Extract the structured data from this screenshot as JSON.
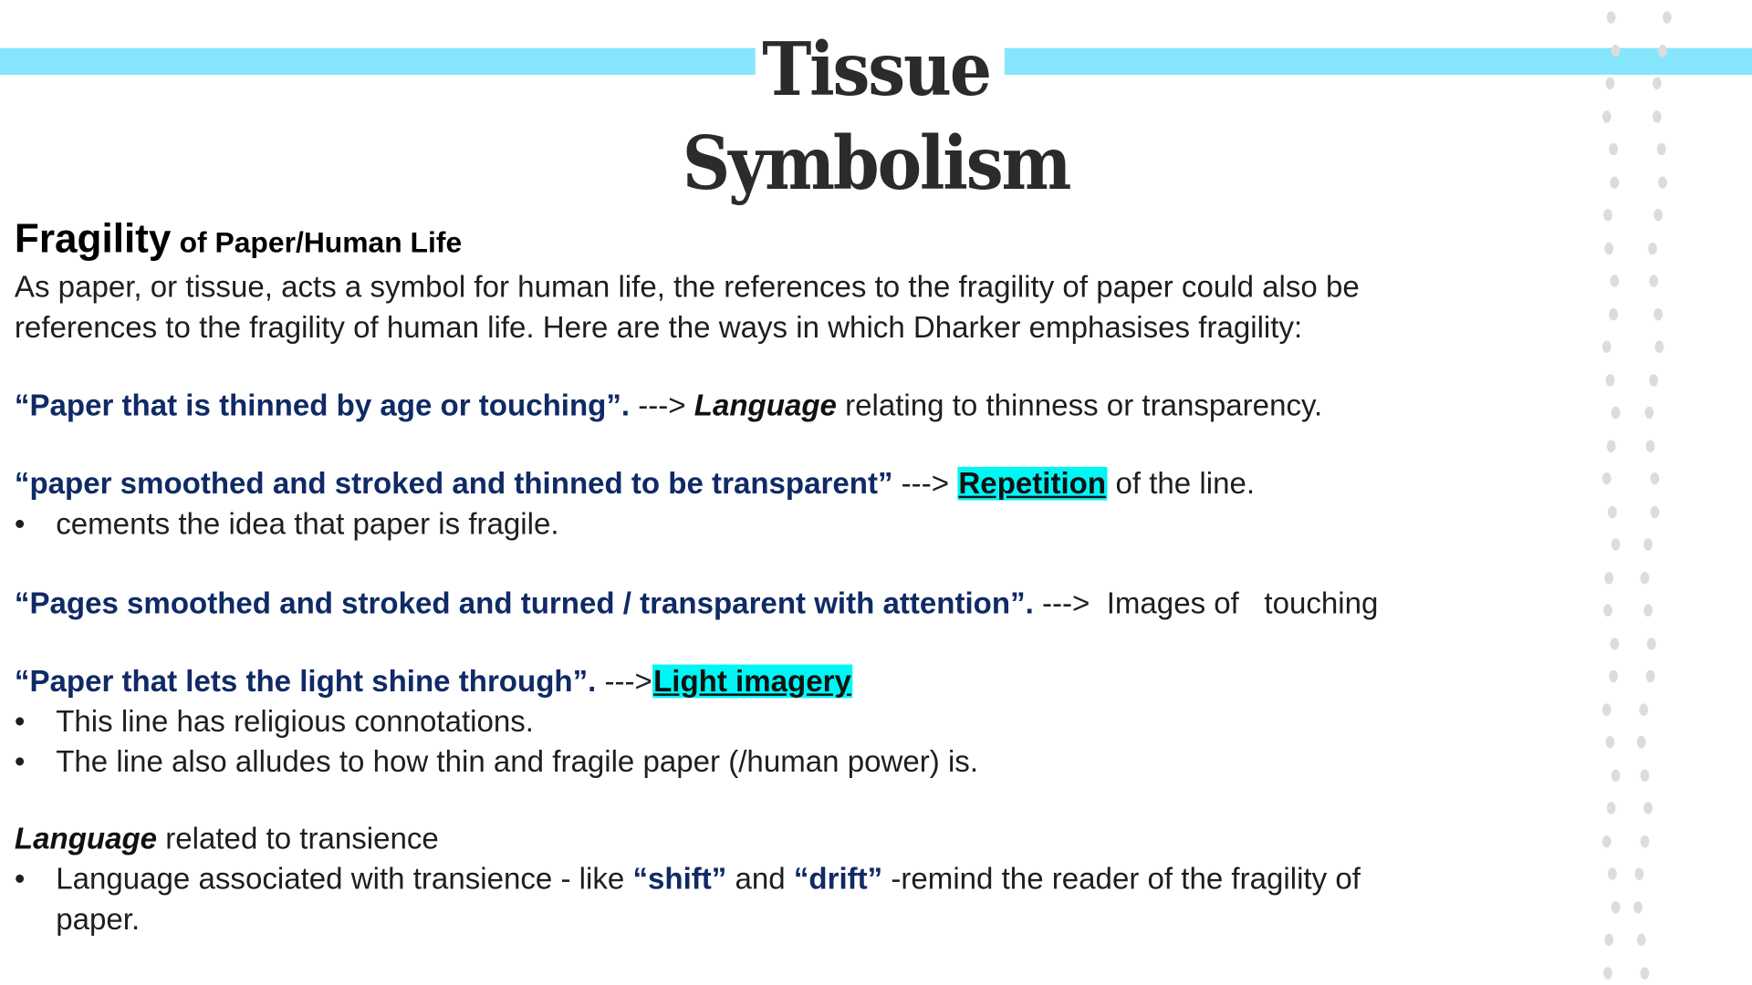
{
  "title": {
    "line1": "Tissue",
    "line2": "Symbolism"
  },
  "heading": {
    "main": "Fragility",
    "sub": "of Paper/Human Life"
  },
  "intro": [
    "As paper, or tissue, acts a symbol for human life, the references to the fragility of paper could also be",
    "references to the fragility of human life. Here are the ways in which Dharker emphasises fragility:"
  ],
  "points": [
    {
      "quote": "“Paper that is thinned by age or touching”.",
      "arrow": " ---> ",
      "key": "Language",
      "rest": " relating to thinness or transparency."
    },
    {
      "quote": "“paper smoothed and stroked and thinned to be transparent”",
      "arrow": " ---> ",
      "key": "Repetition",
      "rest": " of the line.",
      "bullets": [
        "cements the idea that paper is fragile."
      ]
    },
    {
      "quote": "“Pages smoothed and stroked and turned / transparent with attention”.",
      "arrow": " --->  ",
      "rest": "Images of   touching"
    },
    {
      "quote": "“Paper that lets the light shine through”.",
      "arrow": " --->",
      "key": "Light imagery",
      "bullets": [
        "This line has religious connotations.",
        "The line also alludes to how thin and fragile paper (/human power) is."
      ]
    }
  ],
  "transience": {
    "key": "Language",
    "rest": " related to transience",
    "bullet_start": "Language associated with transience - like ",
    "q1": "“shift”",
    "mid": " and ",
    "q2": "“drift”",
    "bullet_end": " -remind the reader of the fragility of",
    "bullet_cont": "paper."
  },
  "bullet_char": "•",
  "colors": {
    "bar": "#86e6fb",
    "quote": "#102a66",
    "highlight": "#00f5f5"
  }
}
